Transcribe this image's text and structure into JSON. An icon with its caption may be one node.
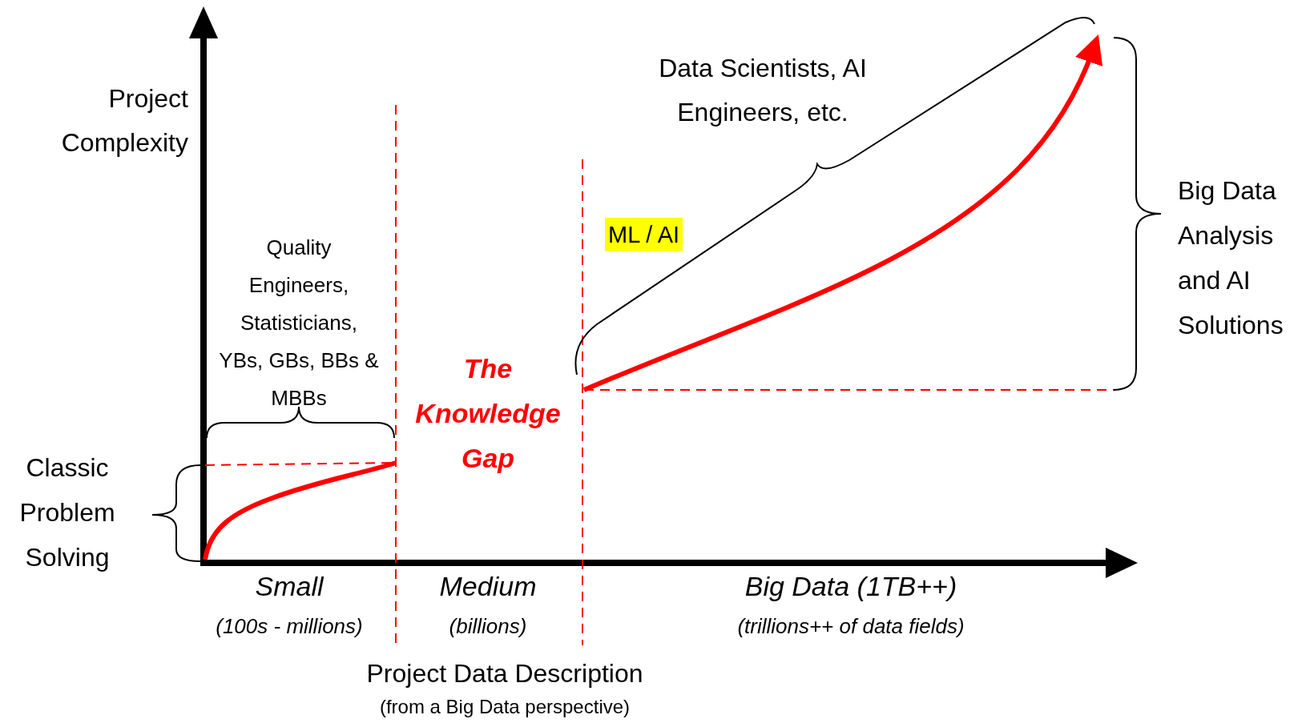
{
  "diagram": {
    "labels": [
      "Data Scientists, AI Engineers, etc.",
      "Project Complexity",
      "Big Data Analysis and AI Solutions",
      "ML / AI",
      "Quality Engineers, Statisticians, YBs, GBs, BBs & MBBs",
      "The Knowledge Gap",
      "Classic Problem Solving",
      "Small",
      "(100s - millions)",
      "Medium",
      "(billions)",
      "Big Data (1TB++)",
      "(trillions++ of data fields)",
      "Project Data Description",
      "(from a Big Data perspective)"
    ]
  }
}
